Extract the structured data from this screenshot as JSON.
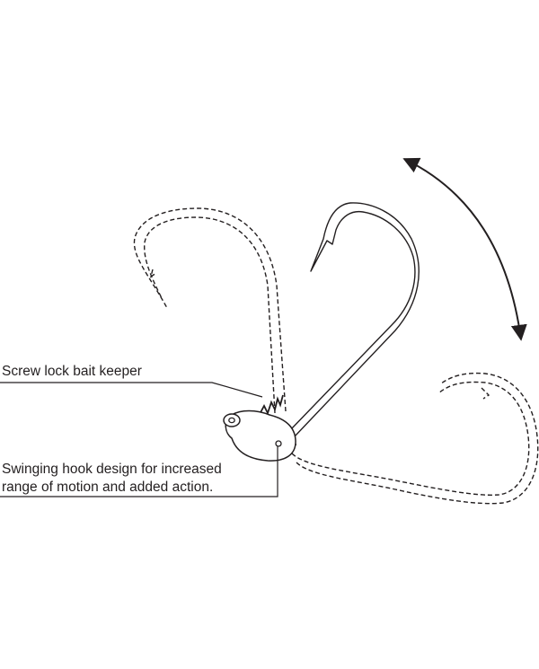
{
  "callouts": {
    "screw_lock": {
      "text": "Screw lock bait keeper"
    },
    "swinging_hook": {
      "line1": "Swinging hook design for increased",
      "line2": "range of motion and added action."
    }
  },
  "colors": {
    "ink": "#231f20",
    "background": "#ffffff"
  },
  "icons": {
    "motion_arrow": "double-headed-curved-arrow",
    "spring": "coil-spring-icon"
  }
}
